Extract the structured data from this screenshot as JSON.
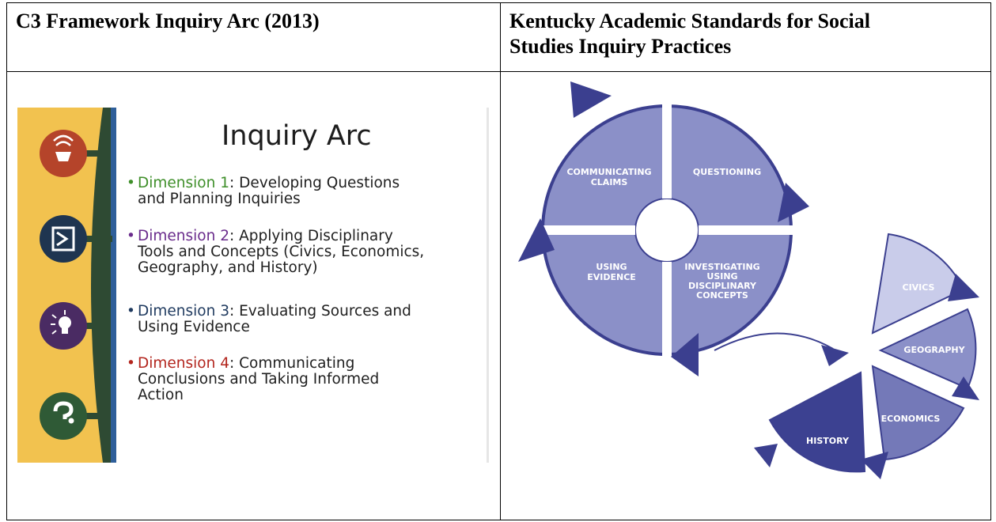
{
  "table": {
    "left_header": "C3 Framework Inquiry Arc (2013)",
    "right_header_line1": "Kentucky Academic Standards for Social",
    "right_header_line2": "Studies Inquiry Practices"
  },
  "slide": {
    "title": "Inquiry Arc",
    "dimensions": [
      {
        "label": "Dimension 1",
        "line1": ":  Developing Questions",
        "line2": "and Planning Inquiries",
        "color": "#3f8f2a"
      },
      {
        "label": "Dimension 2",
        "line1": ":  Applying Disciplinary",
        "line2": "Tools and Concepts (Civics, Economics,",
        "line3": "Geography, and History)",
        "color": "#6a2c8c"
      },
      {
        "label": "Dimension 3",
        "line1": ":  Evaluating Sources and",
        "line2": "Using Evidence",
        "color": "#1f3a5f"
      },
      {
        "label": "Dimension 4",
        "line1": ":  Communicating",
        "line2": "Conclusions and Taking Informed",
        "line3": "Action",
        "color": "#b3261e"
      }
    ],
    "icons": [
      "lightbulb-icon",
      "document-icon",
      "idea-icon",
      "question-icon"
    ],
    "colors": {
      "yellow": "#f2c24f",
      "green": "#2e4a33",
      "blue": "#2f5f9a",
      "red": "#b5442a",
      "navy": "#1f3550",
      "purple": "#4a2b63",
      "darkgreen": "#2f5a36"
    }
  },
  "cycle": {
    "segments": [
      "COMMUNICATING",
      "CLAIMS",
      "QUESTIONING",
      "USING",
      "EVIDENCE",
      "INVESTIGATING",
      "USING",
      "DISCIPLINARY",
      "CONCEPTS"
    ],
    "disciplines": [
      "CIVICS",
      "GEOGRAPHY",
      "ECONOMICS",
      "HISTORY"
    ],
    "colors": {
      "fill": "#8b90c8",
      "dark": "#3b3f8f",
      "light": "#c9ccea",
      "mid": "#7479b8",
      "history": "#3c4191"
    }
  }
}
